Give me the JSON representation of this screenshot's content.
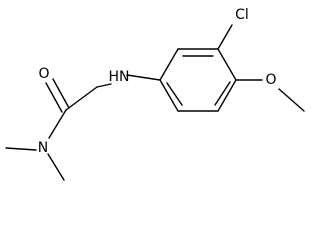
{
  "molecule": {
    "atoms": {
      "oxygen_carbonyl": "O",
      "nitrogen_amide": "N",
      "nitrogen_amine": "HN",
      "chlorine": "Cl",
      "oxygen_methoxy": "O"
    }
  }
}
